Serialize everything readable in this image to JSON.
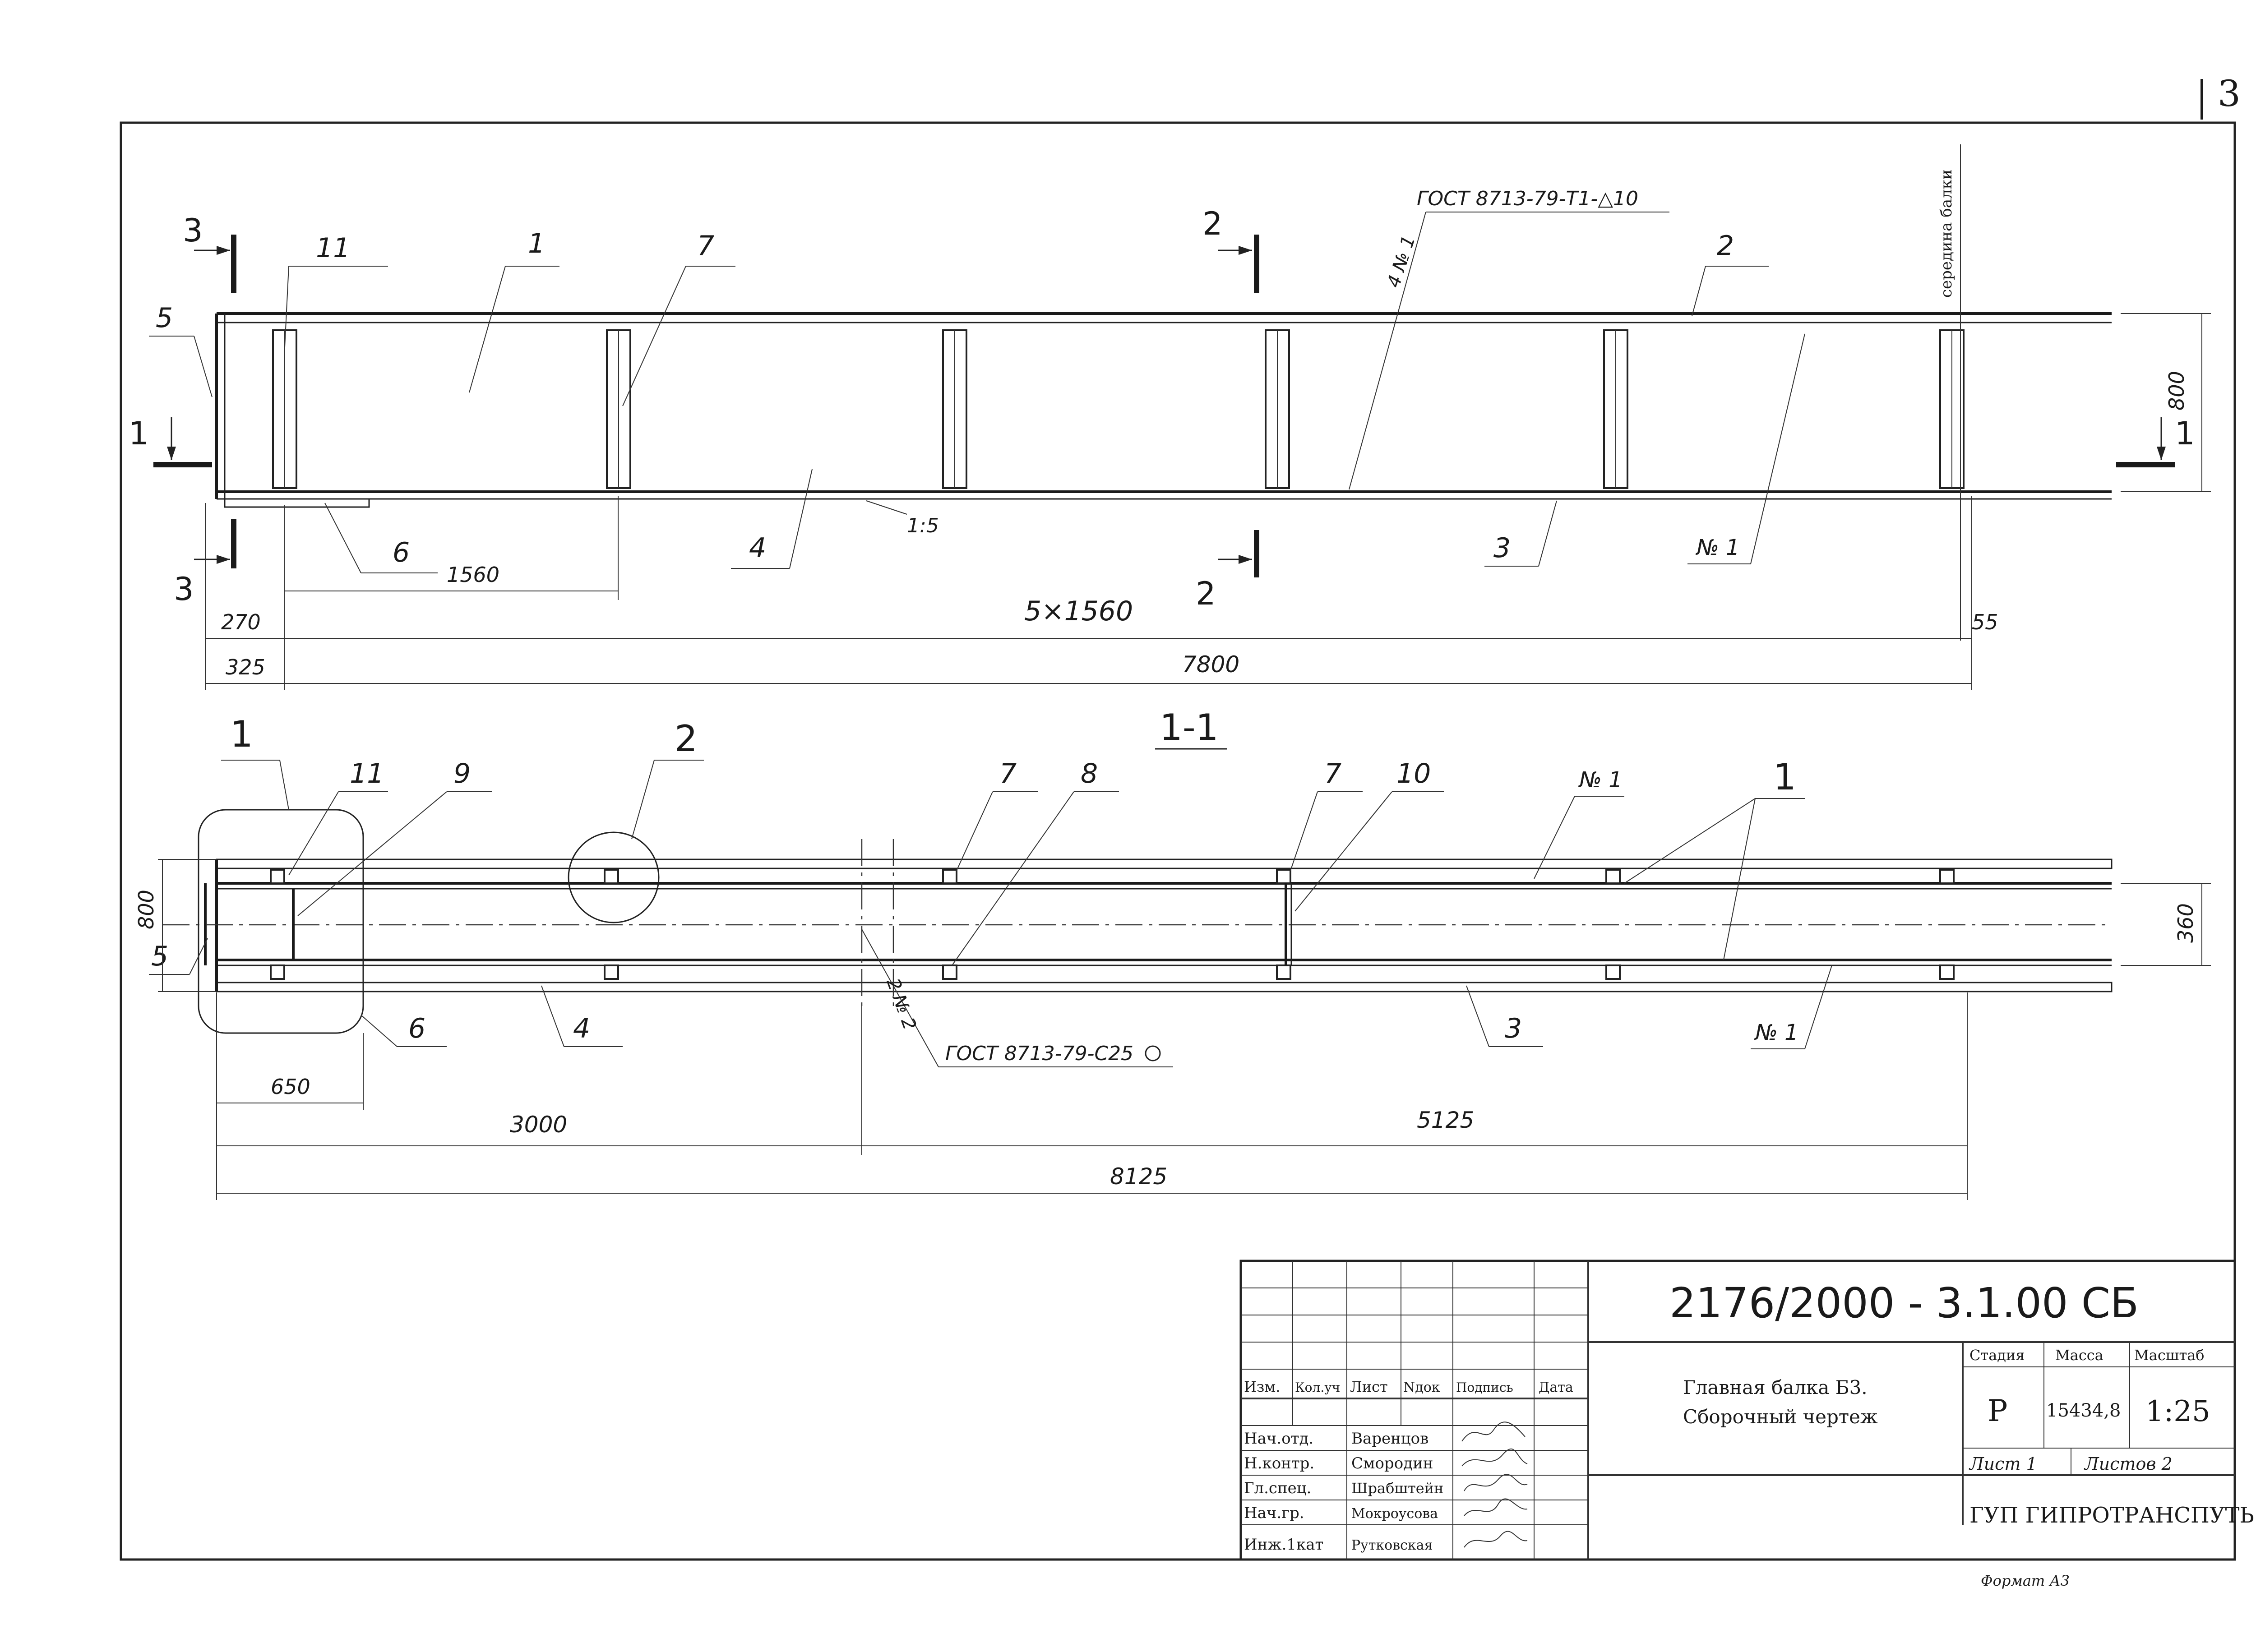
{
  "page_number": "3",
  "top_view": {
    "mark_3": "3",
    "mark_2": "2",
    "mark_1": "1",
    "weld_callout": "ГОСТ 8713-79-Т1-△10",
    "weld_leg_left": "4 № 1",
    "midspan_label": "середина балки",
    "labels": {
      "p11": "11",
      "p1": "1",
      "p7": "7",
      "p2": "2",
      "p5": "5",
      "p6": "6",
      "p4": "4",
      "p3": "3",
      "n1": "№ 1"
    },
    "slope": "1:5",
    "dims": {
      "d1560": "1560",
      "d5x1560": "5×1560",
      "d270": "270",
      "d325": "325",
      "d7800": "7800",
      "d55": "55",
      "d800": "800"
    }
  },
  "section": {
    "title": "1-1",
    "labels": {
      "p1a": "1",
      "p2": "2",
      "p11": "11",
      "p9": "9",
      "p7a": "7",
      "p8": "8",
      "p7b": "7",
      "p10": "10",
      "n1a": "№ 1",
      "p1b": "1",
      "p5": "5",
      "p6": "6",
      "p4": "4",
      "p3": "3",
      "n1b": "№ 1"
    },
    "weld_leg": "2 № 2",
    "weld_callout": "ГОСТ 8713-79-С25",
    "dims": {
      "d800": "800",
      "d360": "360",
      "d650": "650",
      "d3000": "3000",
      "d5125": "5125",
      "d8125": "8125"
    }
  },
  "title_block": {
    "doc_number": "2176/2000 - 3.1.00 СБ",
    "rev_headers": [
      "Изм.",
      "Кол.уч",
      "Лист",
      "Nдок",
      "Подпись",
      "Дата"
    ],
    "staff": [
      {
        "role": "Нач.отд.",
        "name": "Варенцов"
      },
      {
        "role": "Н.контр.",
        "name": "Смородин"
      },
      {
        "role": "Гл.спец.",
        "name": "Шрабштейн"
      },
      {
        "role": "Нач.гр.",
        "name": "Мокроусова"
      },
      {
        "role": "Инж.1кат",
        "name": "Рутковская"
      }
    ],
    "name_line1": "Главная балка Б3.",
    "name_line2": "Сборочный чертеж",
    "stage_h": "Стадия",
    "mass_h": "Масса",
    "scale_h": "Масштаб",
    "stage": "Р",
    "mass": "15434,8",
    "scale": "1:25",
    "sheet_label": "Лист 1",
    "sheets_label": "Листов 2",
    "org": "ГУП ГИПРОТРАНСПУТЬ",
    "format": "Формат А3"
  }
}
